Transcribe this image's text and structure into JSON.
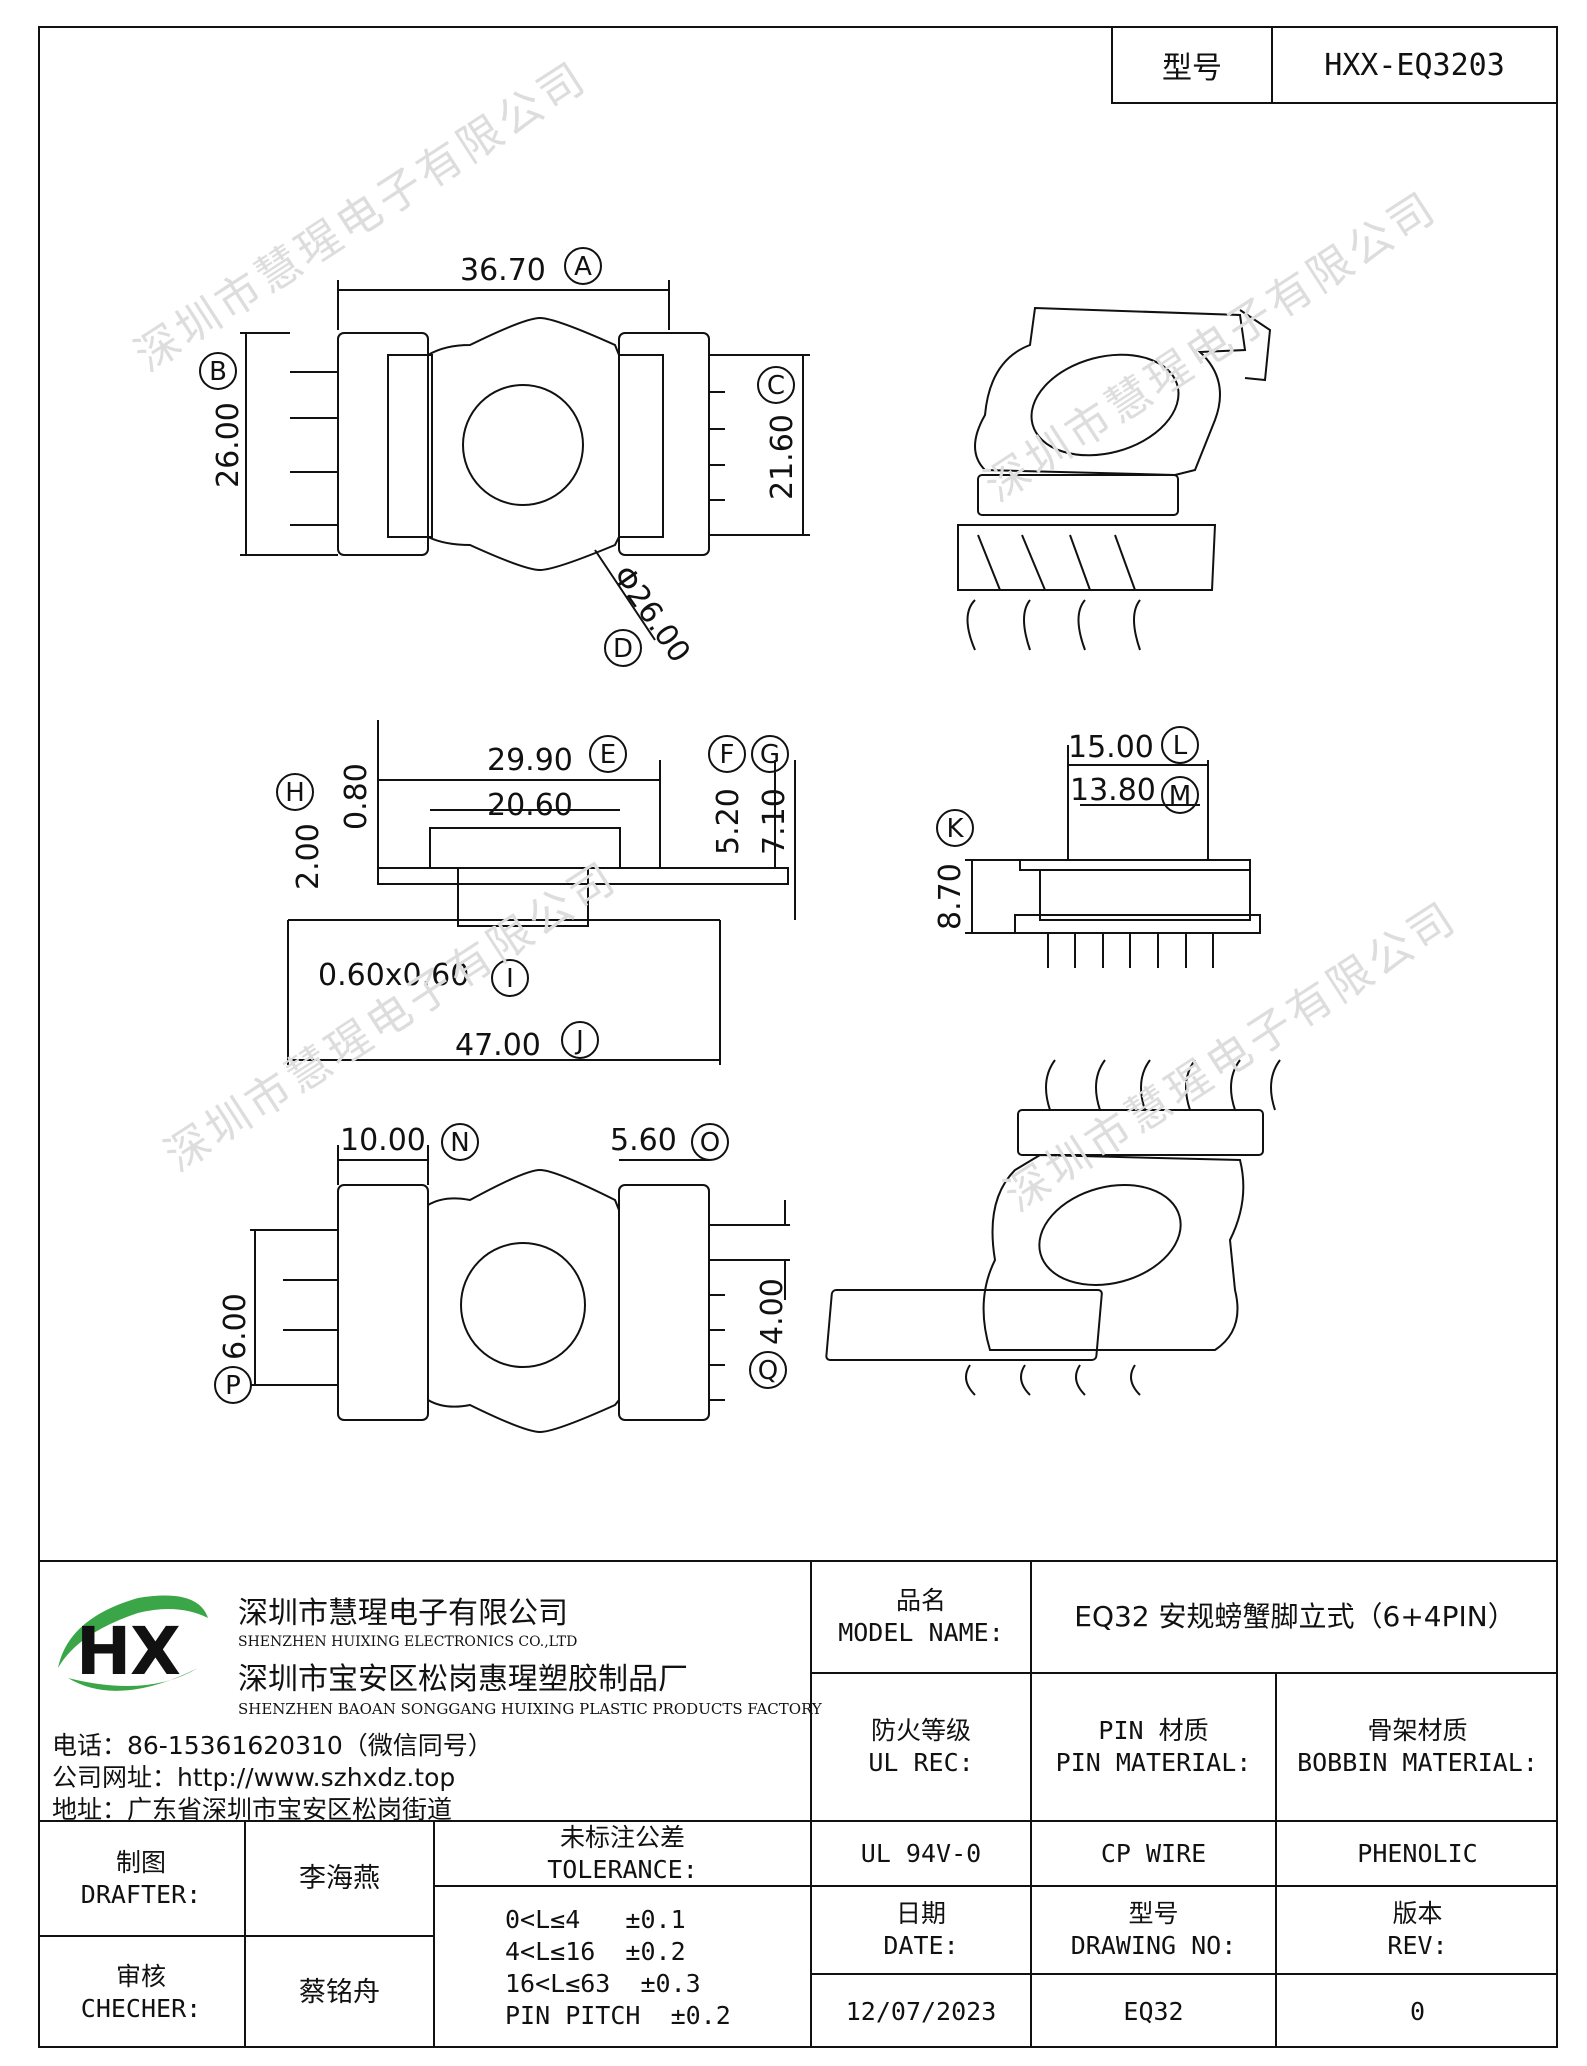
{
  "title_block": {
    "model_label": "型号",
    "model_value": "HXX-EQ3203"
  },
  "watermark": "深圳市慧瑆电子有限公司",
  "dims": {
    "a": "36.70",
    "b": "26.00",
    "c": "21.60",
    "d": "Φ26.00",
    "e": "29.90",
    "e_inner": "20.60",
    "f": "5.20",
    "g": "7.10",
    "h": "2.00",
    "h2": "0.80",
    "i": "0.60x0.60",
    "j": "47.00",
    "k": "8.70",
    "l": "15.00",
    "m": "13.80",
    "n": "10.00",
    "o": "5.60",
    "p": "6.00",
    "q": "4.00"
  },
  "labels": [
    "A",
    "B",
    "C",
    "D",
    "E",
    "F",
    "G",
    "H",
    "I",
    "J",
    "K",
    "L",
    "M",
    "N",
    "O",
    "P",
    "Q"
  ],
  "company": {
    "name_cn": "深圳市慧瑆电子有限公司",
    "name_en": "SHENZHEN HUIXING ELECTRONICS CO.,LTD",
    "factory_cn": "深圳市宝安区松岗惠瑆塑胶制品厂",
    "factory_en": "SHENZHEN BAOAN SONGGANG HUIXING PLASTIC PRODUCTS FACTORY",
    "phone": "电话：86-15361620310（微信同号）",
    "website": "公司网址：http://www.szhxdz.top",
    "address": "地址：广东省深圳市宝安区松岗街道",
    "logo_text": "HX"
  },
  "table": {
    "product_name_cn": "品名",
    "product_name_en": "MODEL NAME:",
    "product_name_value": "EQ32 安规螃蟹脚立式（6+4PIN）",
    "fire_cn": "防火等级",
    "fire_en": "UL REC:",
    "pin_mat_cn": "PIN 材质",
    "pin_mat_en": "PIN MATERIAL:",
    "bobbin_cn": "骨架材质",
    "bobbin_en": "BOBBIN MATERIAL:",
    "fire_value": "UL 94V-0",
    "pin_value": "CP WIRE",
    "bobbin_value": "PHENOLIC",
    "drafter_cn": "制图",
    "drafter_en": "DRAFTER:",
    "drafter_name": "李海燕",
    "checker_cn": "审核",
    "checker_en": "CHECHER:",
    "checker_name": "蔡铭舟",
    "tol_cn": "未标注公差",
    "tol_en": "TOLERANCE:",
    "tol_lines": [
      "0<L≤4   ±0.1",
      "4<L≤16  ±0.2",
      "16<L≤63  ±0.3",
      "PIN PITCH  ±0.2"
    ],
    "date_cn": "日期",
    "date_en": "DATE:",
    "date_value": "12/07/2023",
    "drawing_cn": "型号",
    "drawing_en": "DRAWING NO:",
    "drawing_value": "EQ32",
    "rev_cn": "版本",
    "rev_en": "REV:",
    "rev_value": "0"
  }
}
